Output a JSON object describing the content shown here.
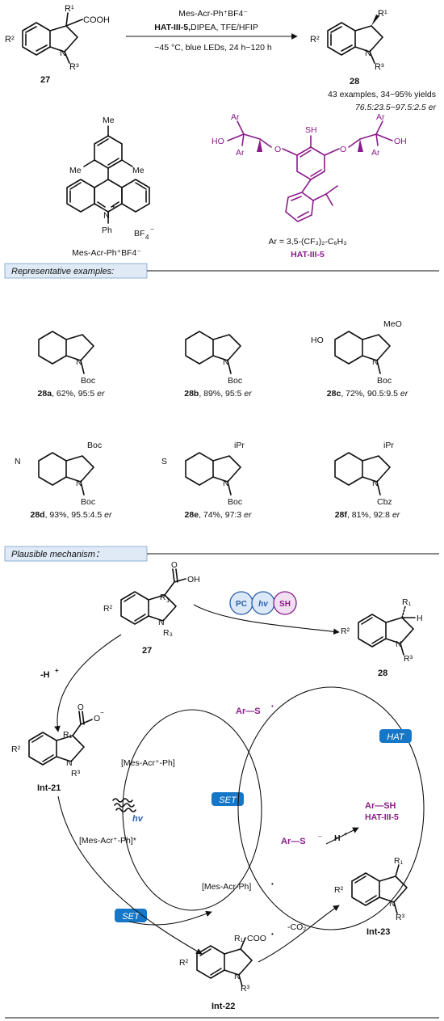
{
  "reaction": {
    "reagent_line1": "Mes-Acr-Ph⁺BF4⁻",
    "reagent_line2": "HAT-III-5,",
    "reagent_line2b": " DIPEA, TFE/HFIP",
    "conditions": "−45 °C, blue LEDs, 24 h−120 h",
    "sm_label": "27",
    "product_label": "28",
    "summary_1": "43 examples, 34−95% yields",
    "summary_2": "76.5:23.5−97.5:2.5 er",
    "sm_cooh": "COOH",
    "r1": "R¹",
    "r2": "R²",
    "r3": "R³",
    "n": "N"
  },
  "catalysts": {
    "photocat_label": "Mes-Acr-Ph⁺BF4⁻",
    "me": "Me",
    "ph": "Ph",
    "bf4": "BF",
    "hat_ar_def": "Ar = 3,5-(CF₃)₂-C₆H₃",
    "hat_label": "HAT-III-5",
    "sh": "SH",
    "ho": "HO",
    "oh": "OH",
    "ar": "Ar",
    "o": "O"
  },
  "examples_header": "Representative examples:",
  "examples": [
    {
      "id": "28a",
      "rest": ", 62%, 95:5 ",
      "er": "er",
      "pg": "Boc"
    },
    {
      "id": "28b",
      "rest": ", 89%, 95:5 ",
      "er": "er",
      "pg": "Boc"
    },
    {
      "id": "28c",
      "rest": ", 72%, 90.5:9.5 ",
      "er": "er",
      "pg": "Boc",
      "extra": "MeO",
      "extra2": "HO"
    },
    {
      "id": "28d",
      "rest": ", 93%, 95.5:4.5 ",
      "er": "er",
      "pg": "Boc",
      "extra": "Boc",
      "extra2": "N"
    },
    {
      "id": "28e",
      "rest": ", 74%, 97:3 ",
      "er": "er",
      "pg": "Boc",
      "extra": "iPr",
      "extra2": "S"
    },
    {
      "id": "28f",
      "rest": ", 81%, 92:8 ",
      "er": "er",
      "pg": "Cbz",
      "extra": "iPr"
    }
  ],
  "mechanism_header": "Plausible mechanism：",
  "mechanism": {
    "sm_label": "27",
    "oh": "OH",
    "product_label": "28",
    "pc": "PC",
    "hv": "hv",
    "sh": "SH",
    "minus_h": "-H",
    "plus": "+",
    "int21": "Int-21",
    "int22": "Int-22",
    "int23": "Int-23",
    "o_minus": "O",
    "coo_rad": "COO",
    "mes_acr": "[Mes-Acr⁺-Ph]",
    "mes_acr_star": "[Mes-Acr⁺-Ph]*",
    "mes_acr_rad": "[Mes-Acr-Ph]",
    "set": "SET",
    "hat": "HAT",
    "ar_s_rad": "Ar—S",
    "ar_s_anion": "Ar—S",
    "ar_sh": "Ar—SH",
    "hat_cat": "HAT-III-5",
    "h_plus": "H",
    "co2": "-CO₂",
    "h": "H",
    "r1": "R₁",
    "r2": "R²",
    "r3": "R³",
    "r3b": "R₃",
    "n": "N"
  },
  "colors": {
    "purple": "#8a1a8a",
    "blue": "#1677c8",
    "header_fill": "#dfeaf6"
  }
}
